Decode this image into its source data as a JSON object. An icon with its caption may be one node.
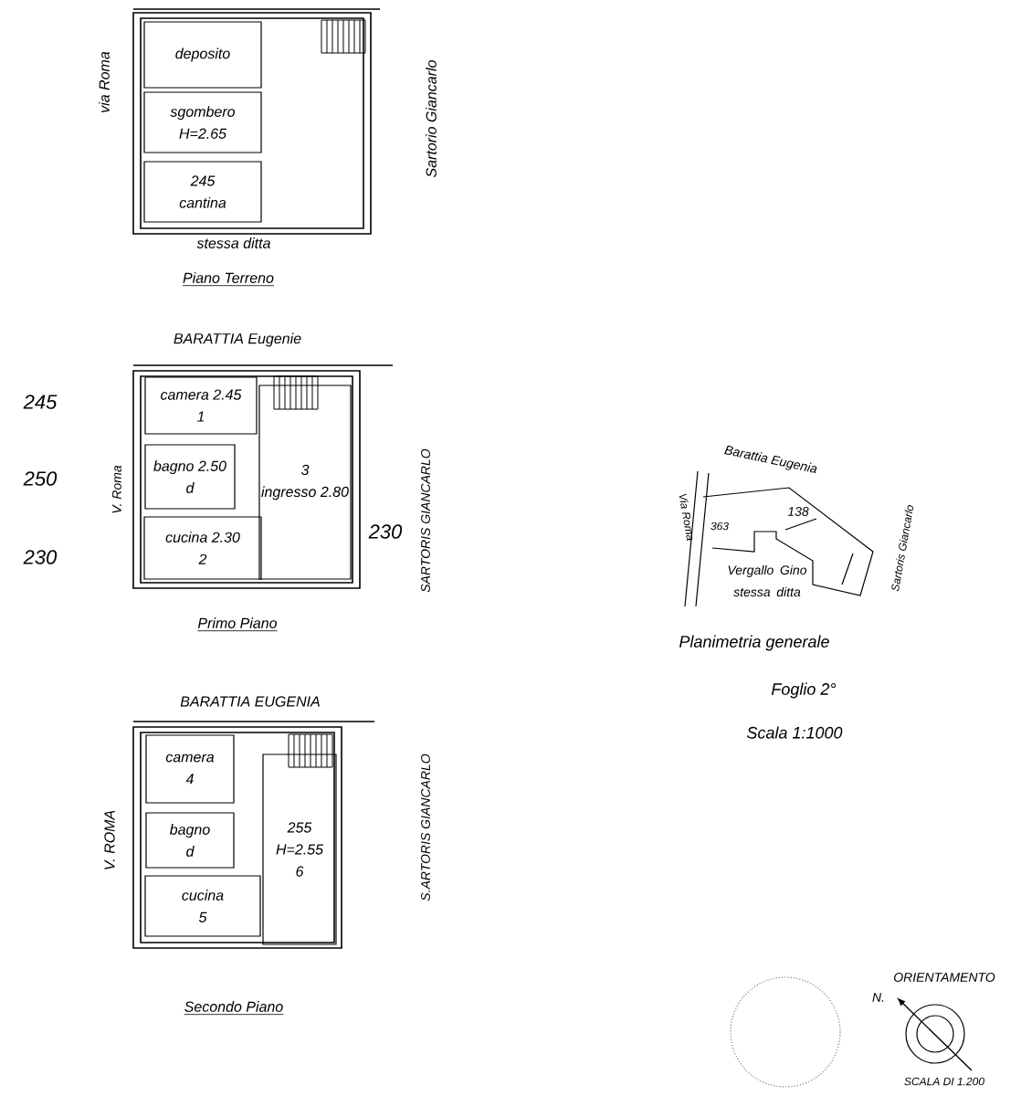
{
  "diagram": {
    "nodes": [
      {
        "text": [
          "deposito"
        ]
      },
      {
        "text": [
          "sgombero",
          "H=2.65"
        ]
      },
      {
        "text": [
          "245",
          "cantina"
        ]
      },
      {
        "text": [
          "camera 2.45",
          "1"
        ]
      },
      {
        "text": [
          "bagno 2.50",
          "d"
        ]
      },
      {
        "text": [
          "cucina 2.30",
          "2"
        ]
      },
      {
        "text": [
          "3",
          "ingresso 2.80"
        ]
      },
      {
        "text": [
          "camera",
          "4"
        ]
      },
      {
        "text": [
          "bagno",
          "d"
        ]
      },
      {
        "text": [
          "cucina",
          "5"
        ]
      },
      {
        "text": [
          "255",
          "H=2.55",
          "6"
        ]
      }
    ],
    "labels": [
      "via Roma",
      "Sartorio Giancarlo",
      "stessa ditta",
      "Piano Terreno",
      "BARATTIA Eugenie",
      "245",
      "250",
      "230",
      "V. Roma",
      "230",
      "SARTORIS GIANCARLO",
      "Primo Piano",
      "BARATTIA EUGENIA",
      "V. ROMA",
      "S.ARTORIS GIANCARLO",
      "Secondo Piano",
      "Barattia Eugenia",
      "Via Roma",
      "363",
      "138",
      "Vergallo Gino stessa ditta",
      "Sartoris Giancarlo",
      "Planimetria generale",
      "Foglio 2°",
      "Scala 1:1000",
      "ORIENTAMENTO",
      "N.",
      "SCALA DI 1.200"
    ]
  }
}
